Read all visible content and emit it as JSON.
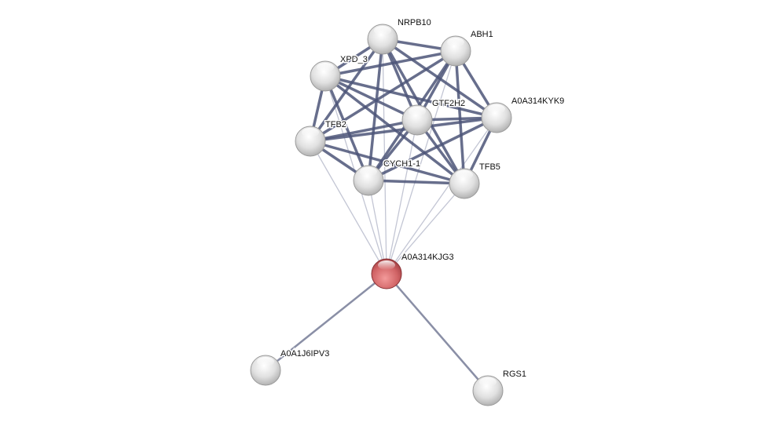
{
  "network": {
    "nodes": [
      {
        "id": "NRPB10",
        "label": "NRPB10",
        "query": false
      },
      {
        "id": "ABH1",
        "label": "ABH1",
        "query": false
      },
      {
        "id": "XPD_3",
        "label": "XPD_3",
        "query": false
      },
      {
        "id": "GTF2H2",
        "label": "GTF2H2",
        "query": false
      },
      {
        "id": "A0A314KYK9",
        "label": "A0A314KYK9",
        "query": false
      },
      {
        "id": "TFB2",
        "label": "TFB2",
        "query": false
      },
      {
        "id": "CYCH1-1",
        "label": "CYCH1-1",
        "query": false
      },
      {
        "id": "TFB5",
        "label": "TFB5",
        "query": false
      },
      {
        "id": "A0A314KJG3",
        "label": "A0A314KJG3",
        "query": true
      },
      {
        "id": "A0A1J6IPV3",
        "label": "A0A1J6IPV3",
        "query": false
      },
      {
        "id": "RGS1",
        "label": "RGS1",
        "query": false
      }
    ],
    "cluster": [
      "NRPB10",
      "ABH1",
      "XPD_3",
      "GTF2H2",
      "A0A314KYK9",
      "TFB2",
      "CYCH1-1",
      "TFB5"
    ],
    "weak_edges_to": "A0A314KJG3",
    "medium_edges": [
      [
        "A0A314KJG3",
        "A0A1J6IPV3"
      ],
      [
        "A0A314KJG3",
        "RGS1"
      ]
    ],
    "colors": {
      "strong_edge": "#4c5578",
      "weak_edge": "#c3c6d4",
      "medium_edge": "#8a8fa6",
      "query_node": "#d4676b",
      "node": "#e2e2e2"
    }
  }
}
